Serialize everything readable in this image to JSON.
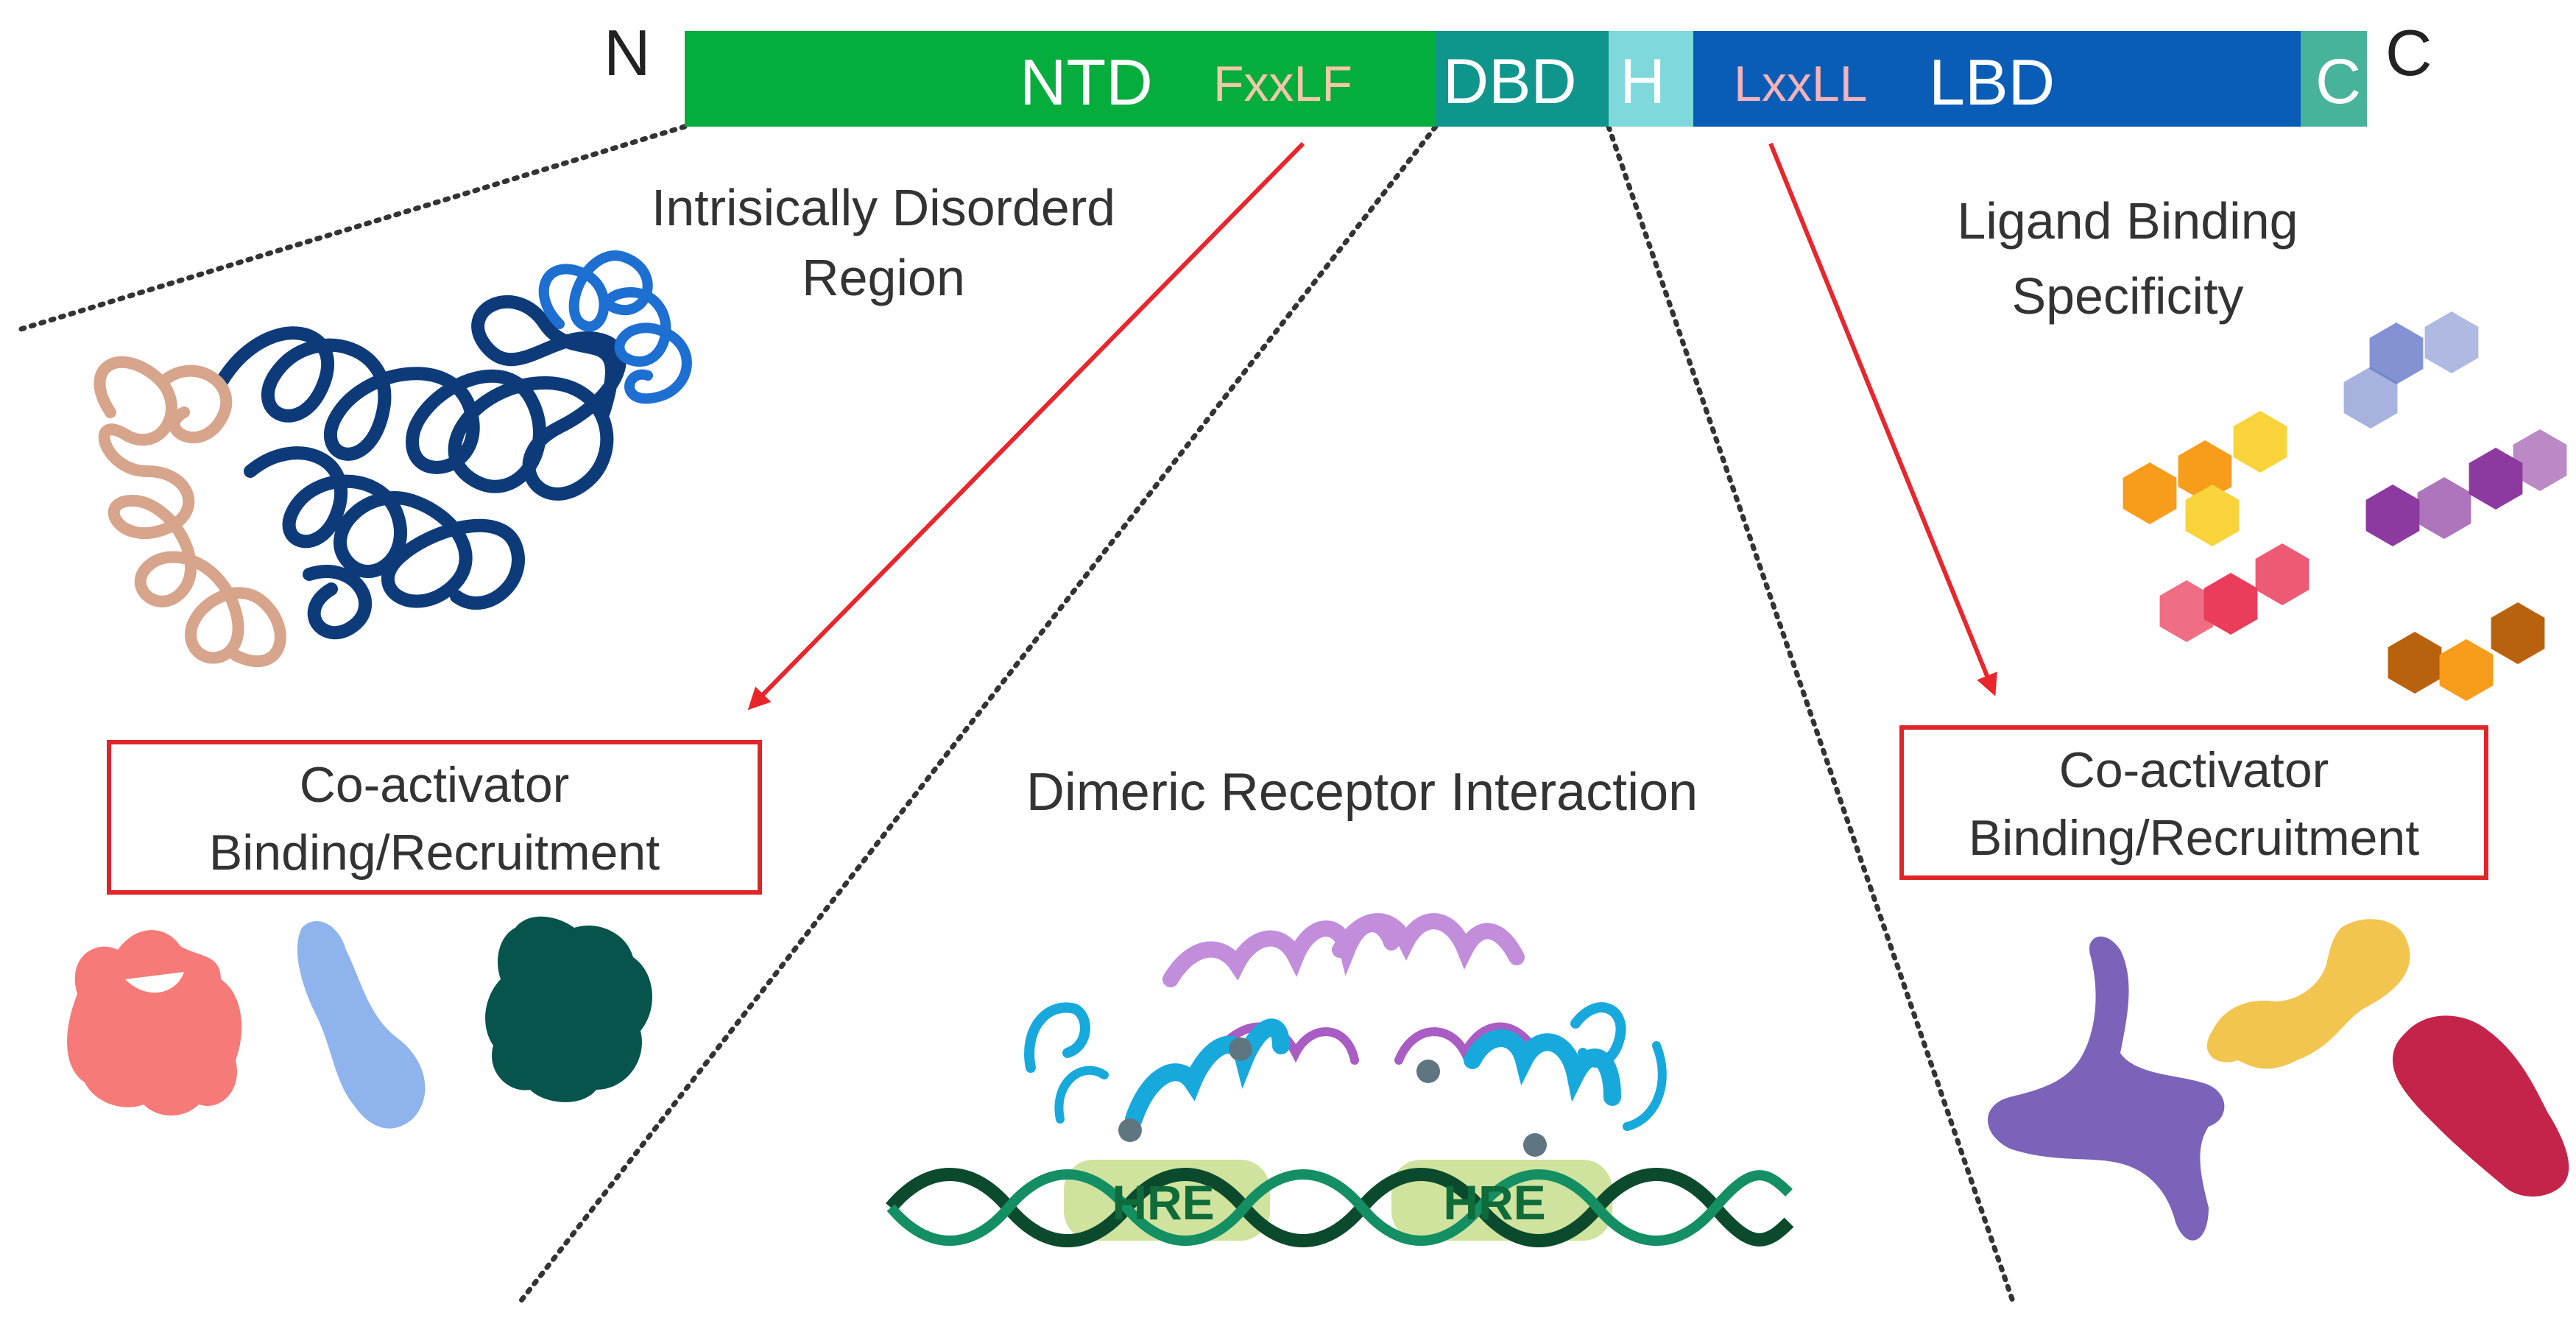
{
  "domain_bar": {
    "n_terminus": "N",
    "c_terminus": "C",
    "segments": [
      {
        "label": "NTD",
        "motif": "FxxLF",
        "color": "#04ad3c",
        "text_color": "#ffffff",
        "motif_color": "#f3c7a8"
      },
      {
        "label": "DBD",
        "color": "#0f968c",
        "text_color": "#ffffff"
      },
      {
        "label": "H",
        "color": "#7ed8dc",
        "text_color": "#ffffff"
      },
      {
        "label": "LBD",
        "motif": "LxxLL",
        "color": "#0a5db6",
        "text_color": "#ffffff",
        "motif_color": "#f4b3b8"
      },
      {
        "label": "C",
        "color": "#47b39a",
        "text_color": "#ffffff"
      }
    ]
  },
  "panels": {
    "ntd": {
      "title_line1": "Intrisically Disorderd",
      "title_line2": "Region",
      "box_line1": "Co-activator",
      "box_line2": "Binding/Recruitment"
    },
    "dbd": {
      "title": "Dimeric Receptor Interaction",
      "hre_left": "HRE",
      "hre_right": "HRE"
    },
    "lbd": {
      "title_line1": "Ligand Binding",
      "title_line2": "Specificity",
      "box_line1": "Co-activator",
      "box_line2": "Binding/Recruitment"
    }
  },
  "colors": {
    "arrow": "#e8262c",
    "box_border": "#e02428",
    "dotted": "#333333",
    "disorder_dark": "#0d3b7a",
    "disorder_light": "#d6a58c",
    "disorder_blue": "#1d6fd1",
    "dna_dark": "#0c4a2e",
    "dna_mid": "#138f63",
    "hre_fill": "#c7de8d",
    "helix_cyan": "#17a9dc",
    "helix_purple": "#c28ddb",
    "coactivator_left": [
      "#f67a78",
      "#8fb3ec",
      "#07544d"
    ],
    "coactivator_right": [
      "#7a63b9",
      "#f2c54f",
      "#c4244a"
    ],
    "ligands": [
      "#6d7fca",
      "#f89c1c",
      "#f8d33a",
      "#8c3aa0",
      "#ea3d5c",
      "#b9620e"
    ]
  }
}
